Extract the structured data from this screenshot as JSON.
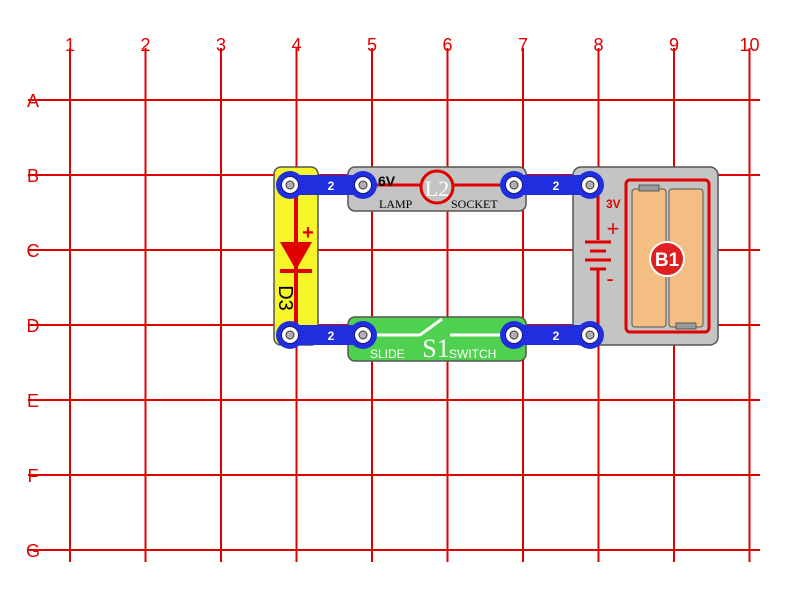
{
  "board": {
    "columns": [
      "1",
      "2",
      "3",
      "4",
      "5",
      "6",
      "7",
      "8",
      "9",
      "10"
    ],
    "rows": [
      "A",
      "B",
      "C",
      "D",
      "E",
      "F",
      "G"
    ]
  },
  "colors": {
    "grid": "#e00000",
    "wire": "#1f2fe0",
    "diode_body": "#f5f52a",
    "lamp_body": "#c4c4c4",
    "switch_body": "#4fd14f",
    "battery_body": "#c4c4c4",
    "cell": "#f4bd82"
  },
  "wires": [
    {
      "label": "2"
    },
    {
      "label": "2"
    },
    {
      "label": "2"
    },
    {
      "label": "2"
    }
  ],
  "lamp": {
    "voltage": "6V",
    "id": "L2",
    "label_left": "LAMP",
    "label_right": "SOCKET"
  },
  "switch": {
    "id": "S1",
    "label_left": "SLIDE",
    "label_right": "SWITCH"
  },
  "diode": {
    "id": "D3",
    "polarity": "+"
  },
  "battery": {
    "id": "B1",
    "voltage": "3V",
    "plus": "+",
    "minus": "-"
  }
}
